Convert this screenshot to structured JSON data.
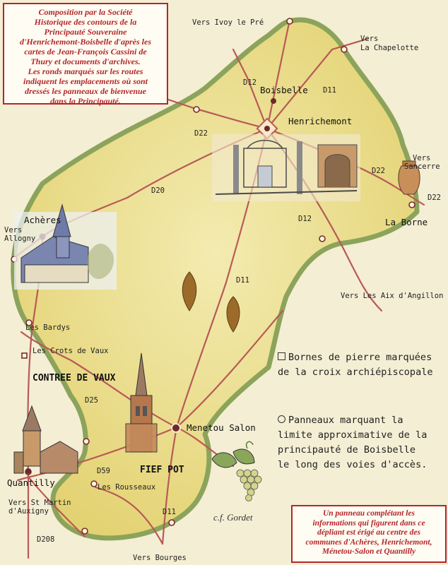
{
  "intro_text": [
    "Composition par la Société",
    "Historique des contours de la",
    "Principauté Souveraine",
    "d'Henrichemont-Boisbelle d'après les",
    "cartes de Jean-François Cassini de",
    "Thury et documents d'archives.",
    "Les ronds marqués sur les routes",
    "indiquent les emplacements où sont",
    "dressés les panneaux de bienvenue",
    "dans la Principauté."
  ],
  "footer_text": [
    "Un panneau complétant les",
    "informations qui figurent dans ce",
    "dépliant est érigé au centre des",
    "communes d'Achères, Henrichemont,",
    "Ménetou-Salon et Quantilly"
  ],
  "places": {
    "boisbelle": "Boisbelle",
    "henrichemont": "Henrichemont",
    "la_borne": "La Borne",
    "acheres": "Achères",
    "menetou": "Menetou Salon",
    "quantilly": "Quantilly",
    "les_bardys": "Les Bardys",
    "les_crots": "Les Crots de Vaux",
    "les_rousseaux": "Les Rousseaux"
  },
  "regions": {
    "contree": "CONTREE DE VAUX",
    "fief": "FIEF POT"
  },
  "directions": {
    "ivoy": "Vers Ivoy le Pré",
    "chapelotte_1": "Vers",
    "chapelotte_2": "La Chapelotte",
    "sancerre_1": "Vers",
    "sancerre_2": "Sancerre",
    "aix": "Vers Les Aix d'Angillon",
    "allogny_1": "Vers",
    "allogny_2": "Allogny",
    "st_martin_1": "Vers St Martin",
    "st_martin_2": "d'Auxigny",
    "bourges": "Vers Bourges"
  },
  "roads": {
    "d12_top": "D12",
    "d11_top": "D11",
    "d22_left": "D22",
    "d22_right": "D22",
    "d22_far": "D22",
    "d20": "D20",
    "d12_mid": "D12",
    "d11_mid": "D11",
    "d25": "D25",
    "d59": "D59",
    "d11_bottom": "D11",
    "d208": "D208"
  },
  "legend": {
    "square_1": "Bornes de pierre marquées",
    "square_2": "de la croix archiépiscopale",
    "circle_1": "Panneaux marquant la",
    "circle_2": "limite approximative de la",
    "circle_3": "principauté de Boisbelle",
    "circle_4": "le long des voies d'accès."
  },
  "signature": "c.f. Gordet",
  "colors": {
    "territory_fill": "#ecdf86",
    "border": "#8ca35b",
    "roads": "#b85a57",
    "text_box_border": "#b3262a"
  }
}
